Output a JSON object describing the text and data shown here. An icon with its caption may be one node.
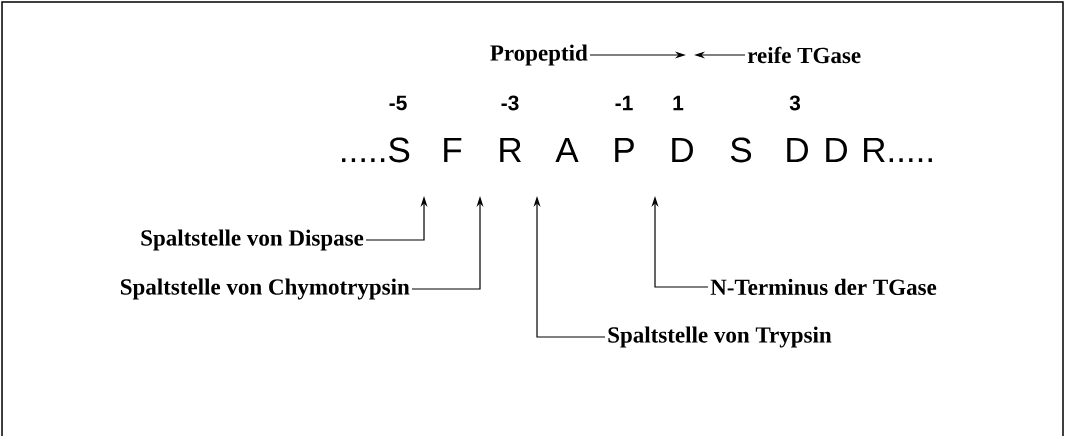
{
  "diagram": {
    "nodes": [
      {
        "text": [
          "Propeptid"
        ]
      },
      {
        "text": [
          "reife TGase"
        ]
      },
      {
        "text": [
          "Spaltstelle von Dispase"
        ]
      },
      {
        "text": [
          "Spaltstelle von Chymotrypsin"
        ]
      },
      {
        "text": [
          "N-Terminus der TGase"
        ]
      },
      {
        "text": [
          "Spaltstelle von Trypsin"
        ]
      }
    ],
    "edges": [
      {
        "from": 0,
        "to": null,
        "arrow": "to"
      },
      {
        "from": 1,
        "to": null,
        "arrow": "to"
      },
      {
        "from": 2,
        "to": null,
        "arrow": "to"
      },
      {
        "from": 3,
        "to": null,
        "arrow": "to"
      },
      {
        "from": 4,
        "to": null,
        "arrow": "to"
      },
      {
        "from": 5,
        "to": null,
        "arrow": "to"
      }
    ],
    "labels": [
      "-5",
      "-3",
      "-1",
      "1",
      "3",
      ".....S",
      "F",
      "R",
      "A",
      "P",
      "D",
      "S",
      "D",
      "D",
      "R....."
    ]
  }
}
